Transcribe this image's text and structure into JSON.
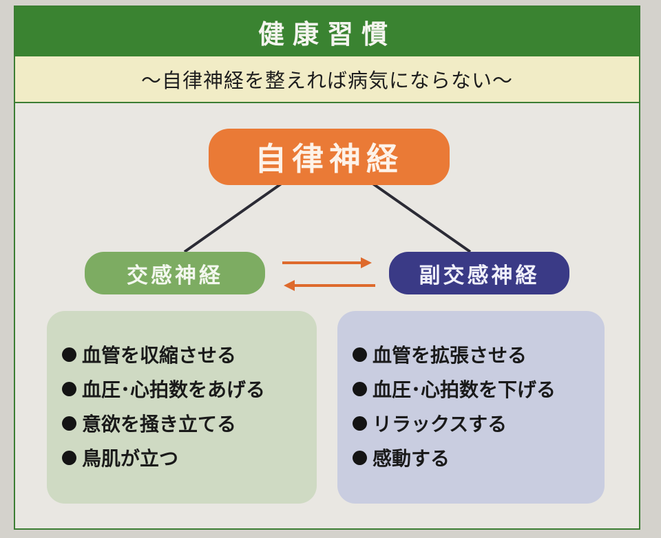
{
  "header": {
    "title": "健康習慣",
    "subtitle": "〜自律神経を整えれば病気にならない〜"
  },
  "diagram": {
    "root": "自律神経",
    "sympathetic": {
      "label": "交感神経",
      "items": [
        "血管を収縮させる",
        "血圧･心拍数をあげる",
        "意欲を掻き立てる",
        "鳥肌が立つ"
      ]
    },
    "parasympathetic": {
      "label": "副交感神経",
      "items": [
        "血管を拡張させる",
        "血圧･心拍数を下げる",
        "リラックスする",
        "感動する"
      ]
    }
  },
  "colors": {
    "title_bar": "#3a8331",
    "subtitle_bar": "#f1ecc6",
    "root_pill": "#ea7a36",
    "sympathetic_pill": "#7dac62",
    "parasympathetic_pill": "#3a3a86",
    "sympathetic_box": "#cfdac3",
    "parasympathetic_box": "#c9cde0",
    "arrows": "#de6a2c"
  }
}
